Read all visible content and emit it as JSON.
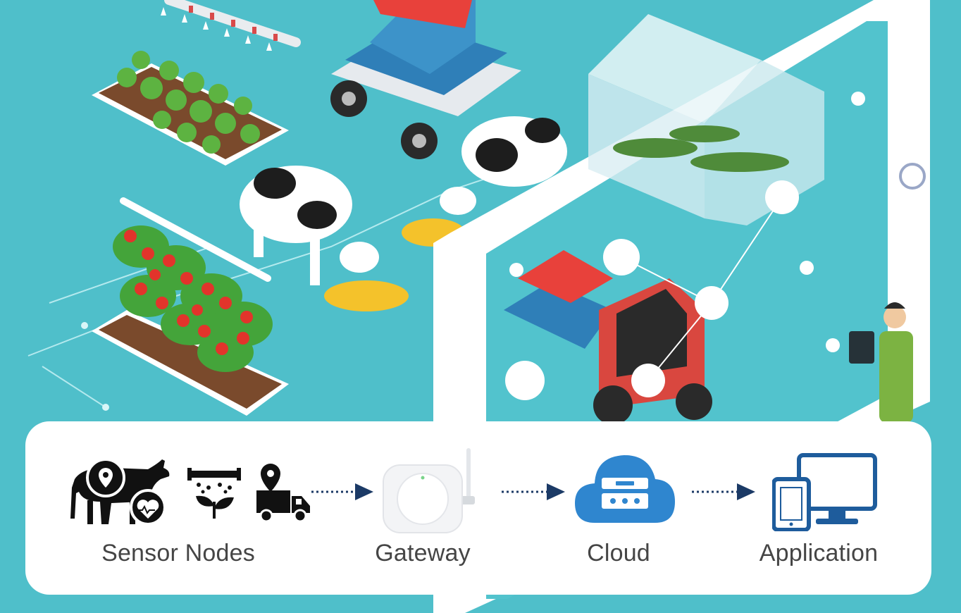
{
  "diagram": {
    "stages": [
      {
        "id": "sensor-nodes",
        "label": "Sensor Nodes",
        "icons": [
          "cow-location-icon",
          "irrigation-plant-icon",
          "delivery-truck-icon"
        ]
      },
      {
        "id": "gateway",
        "label": "Gateway",
        "icons": [
          "gateway-device-icon"
        ]
      },
      {
        "id": "cloud",
        "label": "Cloud",
        "icons": [
          "cloud-server-icon"
        ]
      },
      {
        "id": "application",
        "label": "Application",
        "icons": [
          "devices-icon"
        ]
      }
    ],
    "connectors": [
      {
        "from": "sensor-nodes",
        "to": "gateway",
        "style": "dotted-arrow"
      },
      {
        "from": "gateway",
        "to": "cloud",
        "style": "dotted-arrow"
      },
      {
        "from": "cloud",
        "to": "application",
        "style": "dotted-arrow"
      }
    ]
  },
  "colors": {
    "background": "#4fbfca",
    "panel": "#ffffff",
    "arrow": "#1b3a66",
    "cloud": "#2f86cf",
    "application": "#1e5c9c",
    "label": "#454545"
  }
}
